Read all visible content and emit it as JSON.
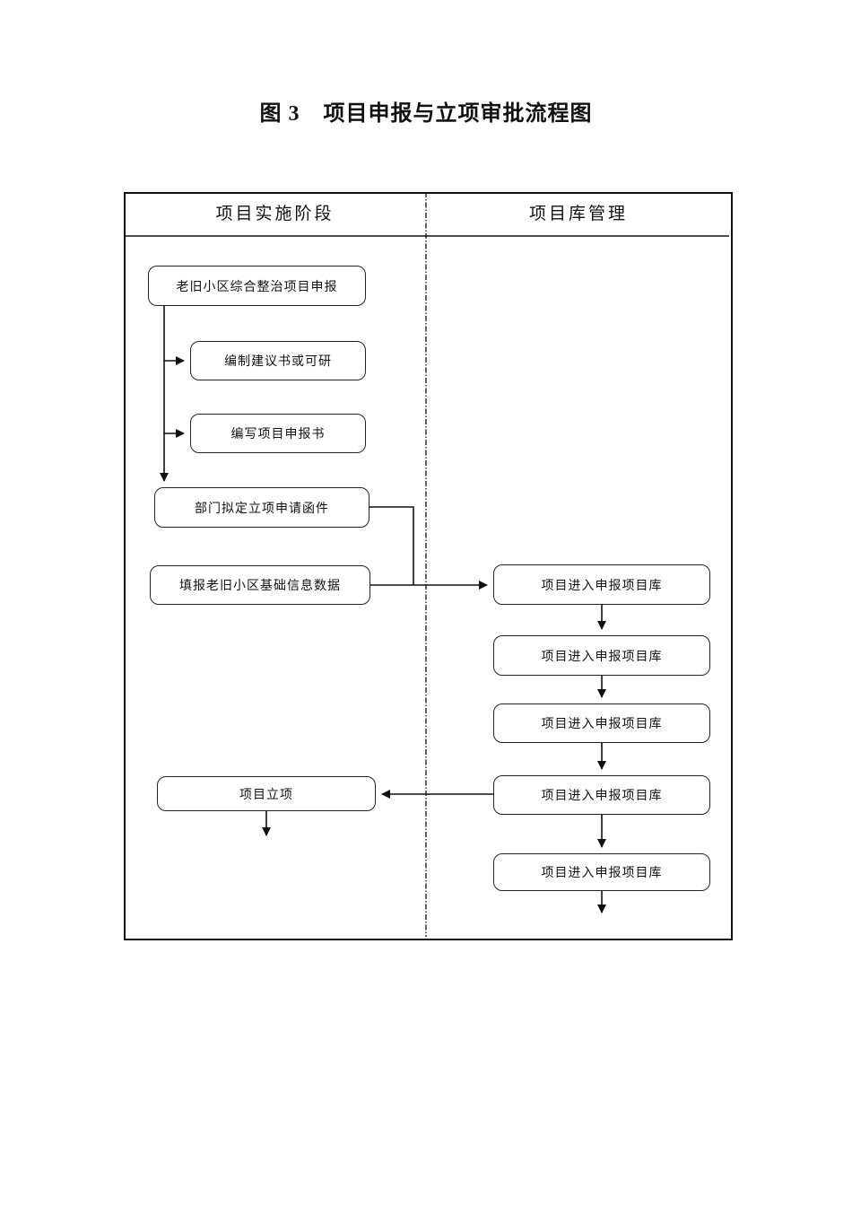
{
  "page": {
    "title_prefix": "图 3",
    "title": "项目申报与立项审批流程图"
  },
  "flowchart": {
    "columns": [
      {
        "header": "项目实施阶段"
      },
      {
        "header": "项目库管理"
      }
    ],
    "left_boxes": [
      {
        "label": "老旧小区综合整治项目申报"
      },
      {
        "label": "编制建议书或可研"
      },
      {
        "label": "编写项目申报书"
      },
      {
        "label": "部门拟定立项申请函件"
      },
      {
        "label": "填报老旧小区基础信息数据"
      },
      {
        "label": "项目立项"
      }
    ],
    "right_boxes": [
      {
        "label": "项目进入申报项目库"
      },
      {
        "label": "项目进入申报项目库"
      },
      {
        "label": "项目进入申报项目库"
      },
      {
        "label": "项目进入申报项目库"
      },
      {
        "label": "项目进入申报项目库"
      }
    ],
    "colors": {
      "line": "#111111",
      "background": "#ffffff"
    }
  }
}
